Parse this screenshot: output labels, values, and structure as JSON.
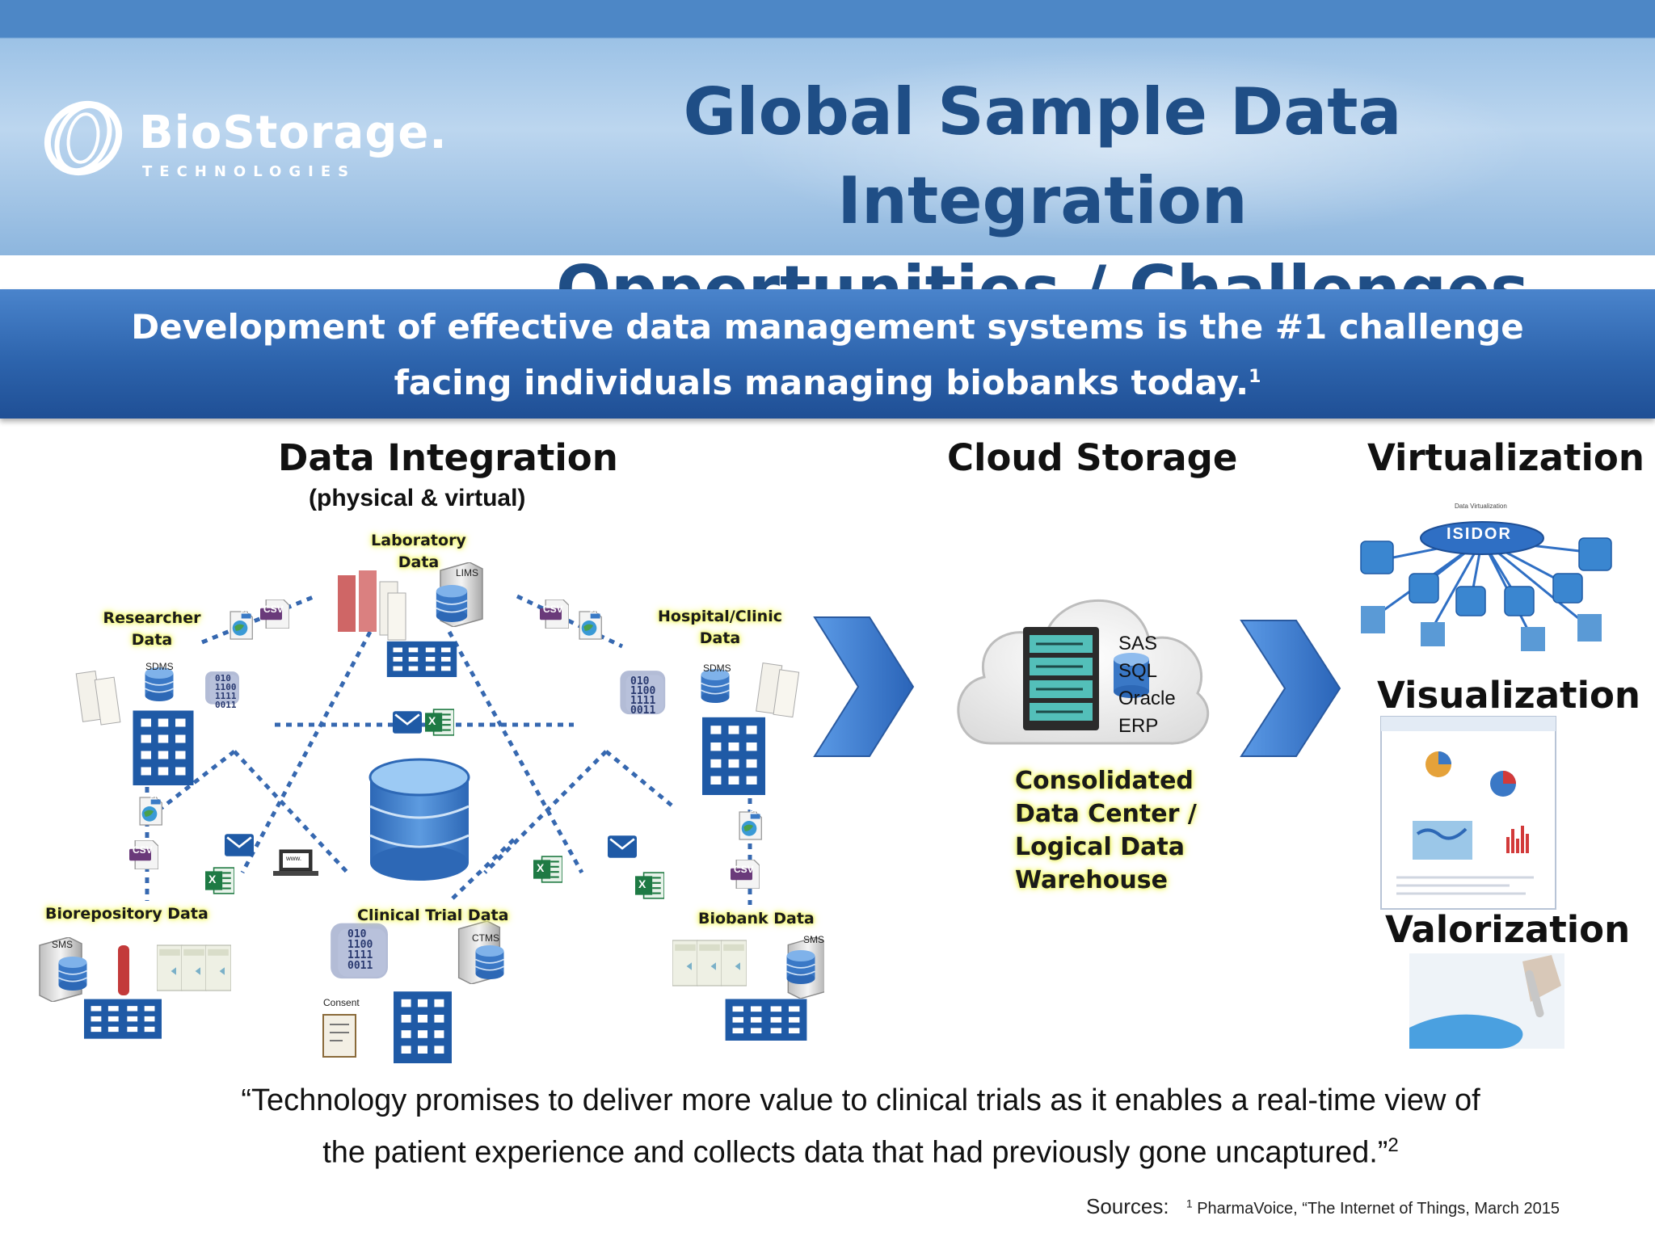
{
  "logo": {
    "name": "BioStorage.",
    "tagline": "TECHNOLOGIES"
  },
  "title": {
    "line1": "Global Sample Data Integration",
    "line2": "Opportunities / Challenges"
  },
  "banner": {
    "line1": "Development of effective data management systems is the #1 challenge",
    "line2": "facing individuals managing biobanks today.",
    "footnote": "1"
  },
  "sections": {
    "data_integration": {
      "title": "Data Integration",
      "subtitle": "(physical & virtual)"
    },
    "cloud_storage": {
      "title": "Cloud Storage"
    },
    "virtualization": {
      "title": "Virtualization"
    },
    "visualization": {
      "title": "Visualization"
    },
    "valorization": {
      "title": "Valorization"
    }
  },
  "nodes": {
    "laboratory": {
      "line1": "Laboratory",
      "line2": "Data",
      "system": "LIMS"
    },
    "researcher": {
      "line1": "Researcher",
      "line2": "Data",
      "system": "SDMS"
    },
    "hospital": {
      "line1": "Hospital/Clinic",
      "line2": "Data",
      "system": "SDMS"
    },
    "biorepository": {
      "label": "Biorepository Data",
      "system": "SMS"
    },
    "clinical_trial": {
      "label": "Clinical Trial Data",
      "system": "CTMS",
      "doc": "Consent"
    },
    "biobank": {
      "label": "Biobank Data",
      "system": "SMS"
    }
  },
  "file_badges": {
    "csv": "CSV",
    "ftp": "FTP",
    "excel": "X",
    "www": "www."
  },
  "binary": {
    "a": "010",
    "b": "1100",
    "c": "1111",
    "d": "0011"
  },
  "cloud": {
    "list": [
      "SAS",
      "SQL",
      "Oracle",
      "ERP"
    ],
    "label_lines": [
      "Consolidated",
      "Data Center /",
      "Logical Data",
      "Warehouse"
    ]
  },
  "virtualization_graphic": {
    "header": "Data Virtualization",
    "name": "ISIDOR"
  },
  "quote": {
    "line1": "“Technology promises to deliver more value to clinical trials as it enables a real-time view of",
    "line2": "the patient experience and collects data that had previously gone uncaptured.”",
    "footnote": "2"
  },
  "sources": {
    "label": "Sources:",
    "num": "1",
    "text": "PharmaVoice, “The Internet of Things, March 2015"
  },
  "colors": {
    "navy": "#1f4e86",
    "building": "#1f5aa6",
    "cylinder": "#3a78c6",
    "chevron": "#2f6fc4",
    "highlight": "#eef35c"
  }
}
